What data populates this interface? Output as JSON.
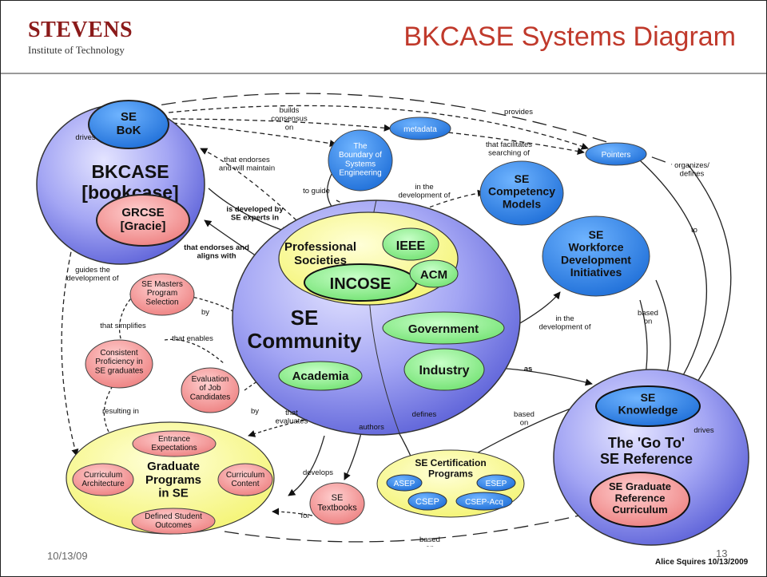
{
  "header": {
    "logo_name": "STEVENS",
    "logo_sub": "Institute of Technology",
    "title": "BKCASE Systems Diagram"
  },
  "footer": {
    "date": "10/13/09",
    "page_number": "13",
    "credit": "Alice Squires 10/13/2009"
  },
  "colors": {
    "blue_node": "#2b7ee8",
    "blue_circle": "#9a9cf0",
    "yellow_node": "#ffff99",
    "green_node": "#88ee88",
    "pink_node": "#f08c8c",
    "title_red": "#c0392b",
    "logo_red": "#8b1a1a"
  },
  "nodes": {
    "bkcase": [
      "BKCASE",
      "[bookcase]"
    ],
    "se_bok": [
      "SE",
      "BoK"
    ],
    "grcse": [
      "GRCSE",
      "[Gracie]"
    ],
    "metadata": [
      "metadata"
    ],
    "boundary": [
      "The",
      "Boundary of",
      "Systems",
      "Engineering"
    ],
    "pointers": [
      "Pointers"
    ],
    "competency": [
      "SE",
      "Competency",
      "Models"
    ],
    "workforce": [
      "SE",
      "Workforce",
      "Development",
      "Initiatives"
    ],
    "se_community": [
      "SE",
      "Community"
    ],
    "prof_societies": [
      "Professional",
      "Societies"
    ],
    "ieee": [
      "IEEE"
    ],
    "incose": [
      "INCOSE"
    ],
    "acm": [
      "ACM"
    ],
    "government": [
      "Government"
    ],
    "industry": [
      "Industry"
    ],
    "academia": [
      "Academia"
    ],
    "masters": [
      "SE Masters",
      "Program",
      "Selection"
    ],
    "consistent": [
      "Consistent",
      "Proficiency in",
      "SE graduates"
    ],
    "evaluation": [
      "Evaluation",
      "of Job",
      "Candidates"
    ],
    "grad_programs": [
      "Graduate",
      "Programs",
      "in SE"
    ],
    "entrance": [
      "Entrance",
      "Expectations"
    ],
    "curr_arch": [
      "Curriculum",
      "Architecture"
    ],
    "curr_content": [
      "Curriculum",
      "Content"
    ],
    "outcomes": [
      "Defined Student",
      "Outcomes"
    ],
    "textbooks": [
      "SE",
      "Textbooks"
    ],
    "cert": [
      "SE Certification",
      "Programs"
    ],
    "asep": [
      "ASEP"
    ],
    "esep": [
      "ESEP"
    ],
    "csep": [
      "CSEP"
    ],
    "csep_acq": [
      "CSEP-Acq"
    ],
    "go_to": [
      "The 'Go To'",
      "SE Reference"
    ],
    "se_knowledge": [
      "SE",
      "Knowledge"
    ],
    "se_grad_ref": [
      "SE Graduate",
      "Reference",
      "Curriculum"
    ]
  },
  "edge_labels": {
    "builds": [
      "builds",
      "consensus",
      "on"
    ],
    "provides": [
      "provides"
    ],
    "drives_left": [
      "drives"
    ],
    "endorses_maintain": [
      "that endorses",
      "and will maintain"
    ],
    "facilitates": [
      "that facilitates",
      "searching of"
    ],
    "organizes": [
      "organizes/",
      "defines"
    ],
    "to_guide": [
      "to guide"
    ],
    "development_top": [
      "in the",
      "development of"
    ],
    "developed_by": [
      "is developed by",
      "SE experts in"
    ],
    "endorses_aligns": [
      "that endorses and",
      "aligns with"
    ],
    "guides": [
      "guides the",
      "development of"
    ],
    "by_top": [
      "by"
    ],
    "simplifies": [
      "that simplifies"
    ],
    "enables": [
      "that enables"
    ],
    "by_bottom": [
      "by"
    ],
    "resulting": [
      "resulting in"
    ],
    "evaluates": [
      "that",
      "evaluates"
    ],
    "authors": [
      "authors"
    ],
    "defines": [
      "defines"
    ],
    "develops": [
      "develops"
    ],
    "for": [
      "for"
    ],
    "as": [
      "as"
    ],
    "based_on_cert": [
      "based",
      "on"
    ],
    "based_on_bottom": [
      "based",
      "on"
    ],
    "based_on_right": [
      "based",
      "on"
    ],
    "dev_right": [
      "in the",
      "development of"
    ],
    "to": [
      "to"
    ],
    "drives_right": [
      "drives"
    ]
  }
}
